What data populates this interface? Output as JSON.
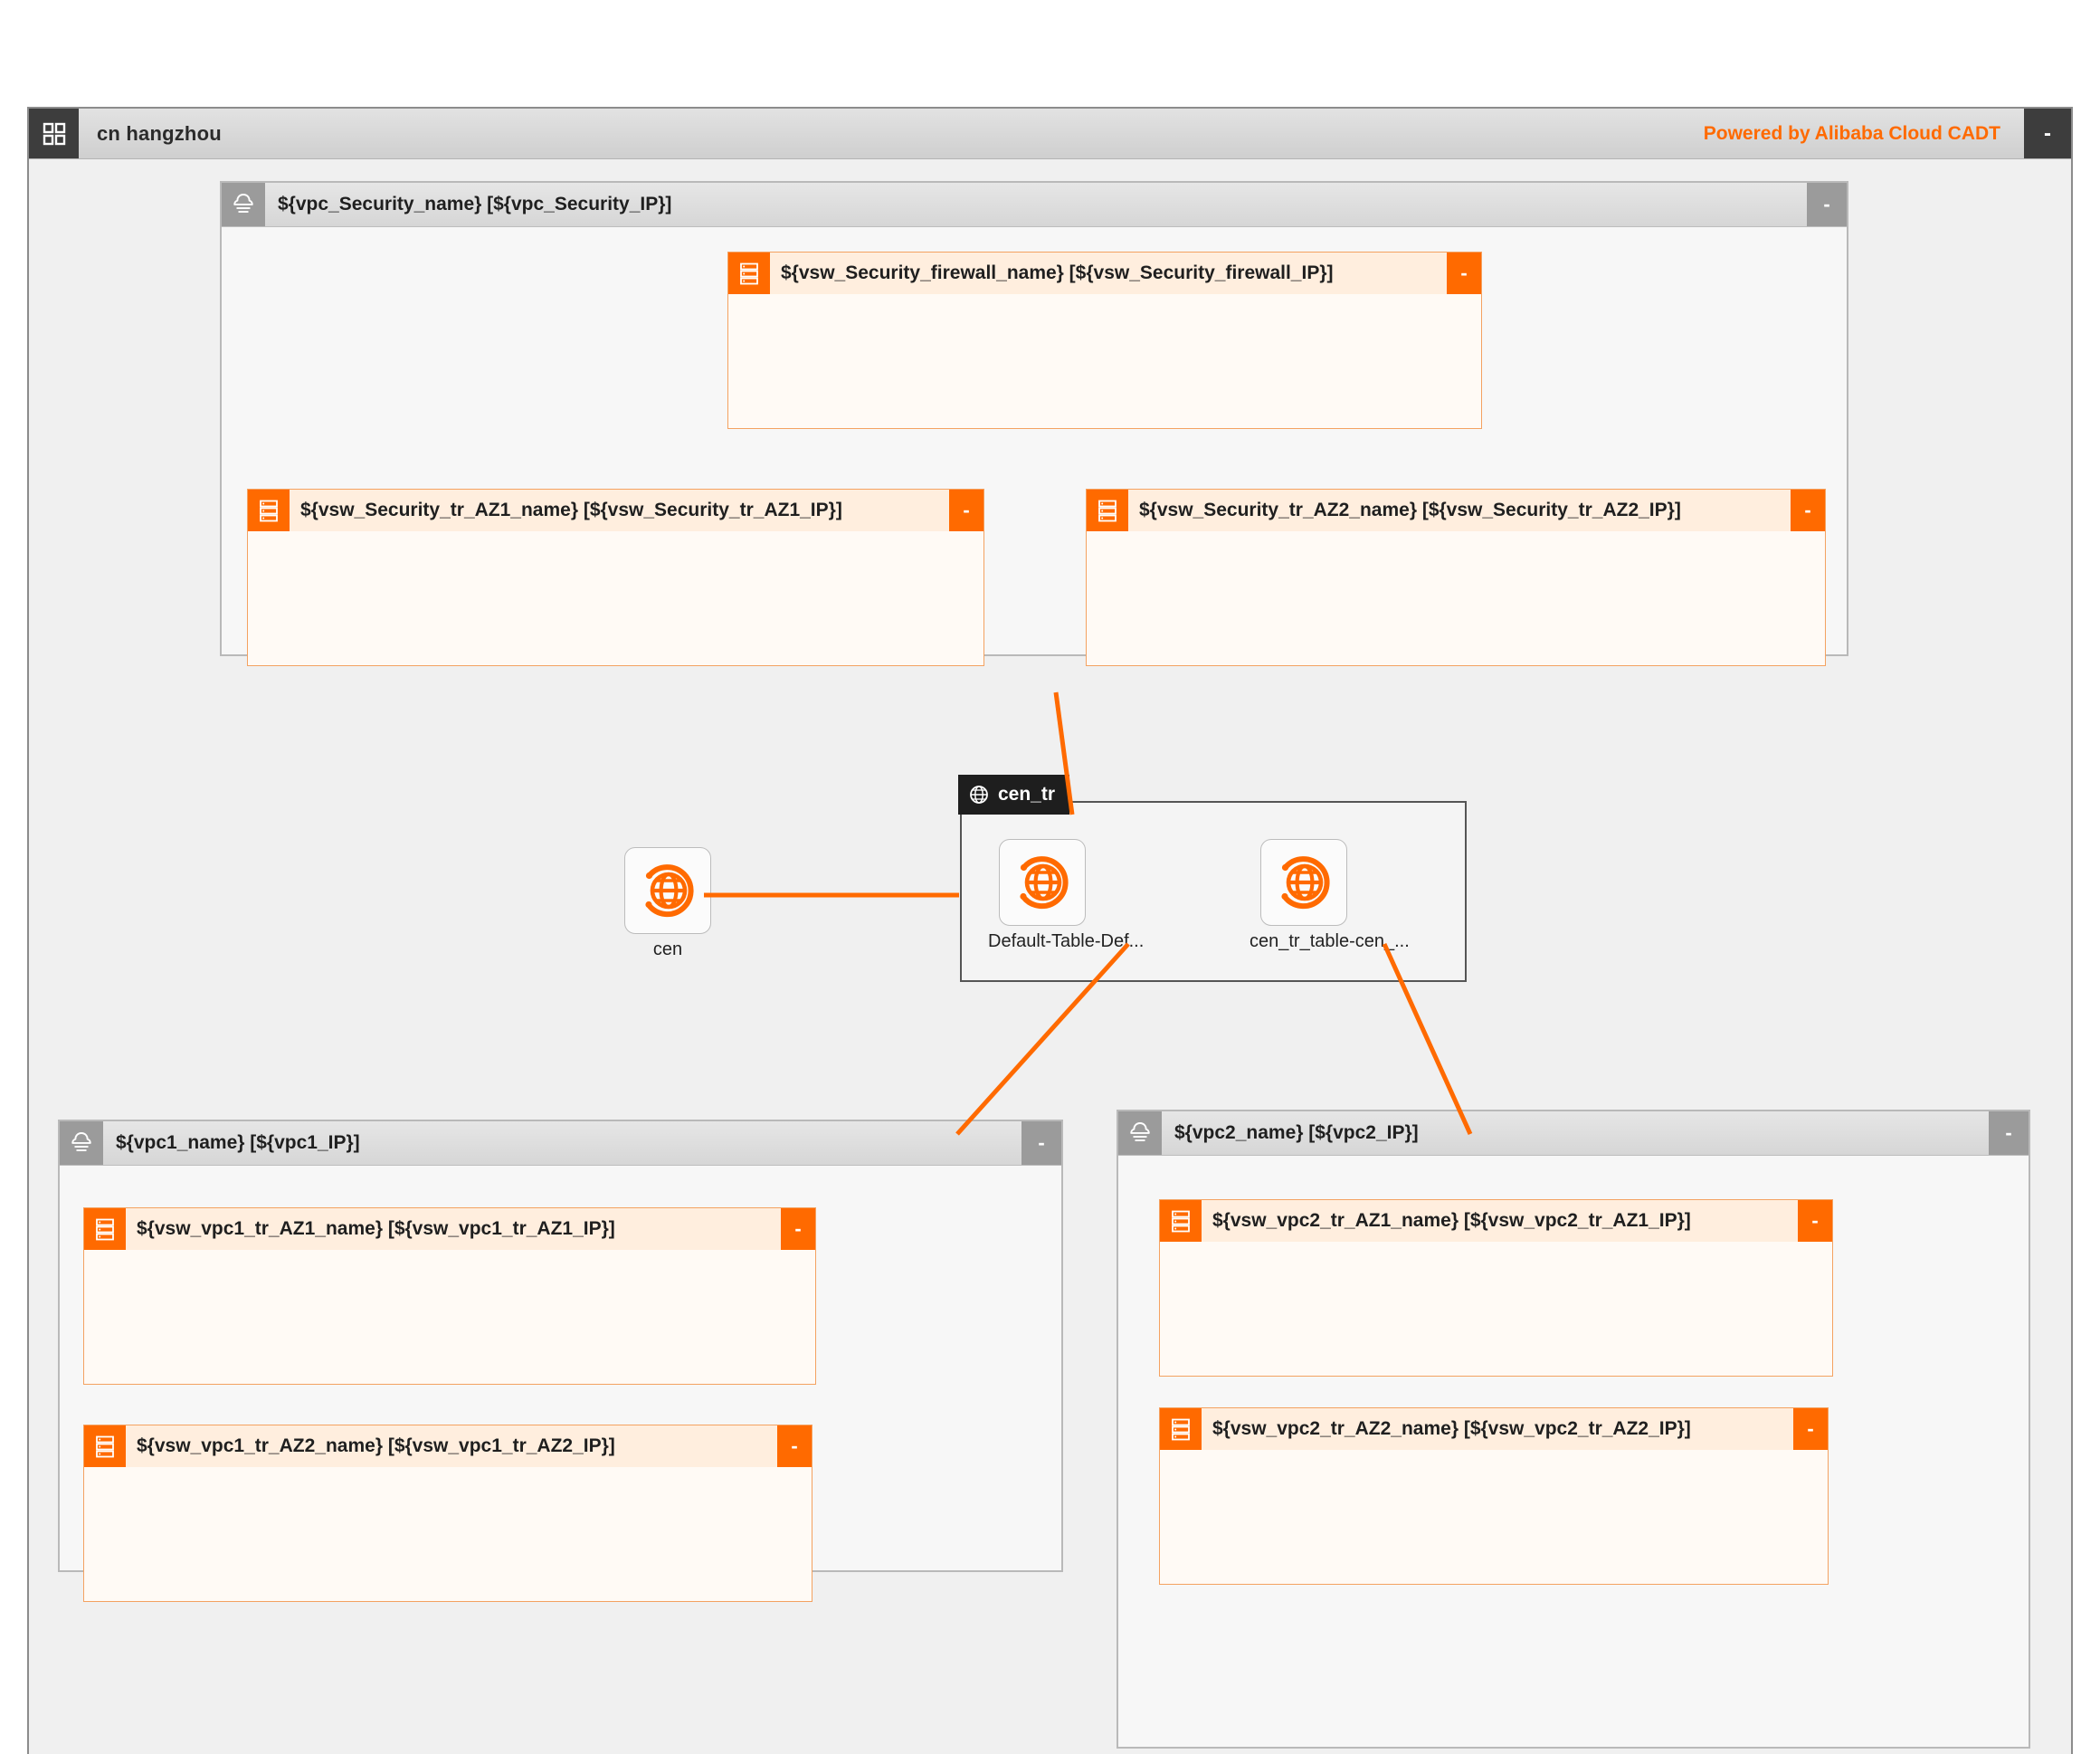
{
  "region": {
    "title": "cn hangzhou",
    "powered_by": "Powered by Alibaba Cloud CADT",
    "minimize_label": "-",
    "icon": "grid-icon",
    "accent_color": "#ff6a00",
    "header_bg": "#d6d6d6"
  },
  "vpcs": [
    {
      "id": "vpc_security",
      "label": "${vpc_Security_name} [${vpc_Security_IP}]",
      "minimize_label": "-",
      "icon": "vpc-cloud-icon",
      "vswitches": [
        {
          "id": "vsw_security_firewall",
          "label": "${vsw_Security_firewall_name} [${vsw_Security_firewall_IP}]",
          "minimize_label": "-",
          "icon": "vswitch-rack-icon"
        },
        {
          "id": "vsw_security_tr_az1",
          "label": "${vsw_Security_tr_AZ1_name} [${vsw_Security_tr_AZ1_IP}]",
          "minimize_label": "-",
          "icon": "vswitch-rack-icon"
        },
        {
          "id": "vsw_security_tr_az2",
          "label": "${vsw_Security_tr_AZ2_name} [${vsw_Security_tr_AZ2_IP}]",
          "minimize_label": "-",
          "icon": "vswitch-rack-icon"
        }
      ]
    },
    {
      "id": "vpc1",
      "label": "${vpc1_name} [${vpc1_IP}]",
      "minimize_label": "-",
      "icon": "vpc-cloud-icon",
      "vswitches": [
        {
          "id": "vsw_vpc1_tr_az1",
          "label": "${vsw_vpc1_tr_AZ1_name} [${vsw_vpc1_tr_AZ1_IP}]",
          "minimize_label": "-",
          "icon": "vswitch-rack-icon"
        },
        {
          "id": "vsw_vpc1_tr_az2",
          "label": "${vsw_vpc1_tr_AZ2_name} [${vsw_vpc1_tr_AZ2_IP}]",
          "minimize_label": "-",
          "icon": "vswitch-rack-icon"
        }
      ]
    },
    {
      "id": "vpc2",
      "label": "${vpc2_name} [${vpc2_IP}]",
      "minimize_label": "-",
      "icon": "vpc-cloud-icon",
      "vswitches": [
        {
          "id": "vsw_vpc2_tr_az1",
          "label": "${vsw_vpc2_tr_AZ1_name} [${vsw_vpc2_tr_AZ1_IP}]",
          "minimize_label": "-",
          "icon": "vswitch-rack-icon"
        },
        {
          "id": "vsw_vpc2_tr_az2",
          "label": "${vsw_vpc2_tr_AZ2_name} [${vsw_vpc2_tr_AZ2_IP}]",
          "minimize_label": "-",
          "icon": "vswitch-rack-icon"
        }
      ]
    }
  ],
  "cen_group": {
    "title": "cen_tr",
    "icon": "globe-icon",
    "nodes": [
      {
        "id": "default_table",
        "caption": "Default-Table-Def...",
        "icon": "cen-globe-icon"
      },
      {
        "id": "cen_tr_table",
        "caption": "cen_tr_table-cen_...",
        "icon": "cen-globe-icon"
      }
    ]
  },
  "cen_node": {
    "caption": "cen",
    "icon": "cen-globe-icon"
  }
}
